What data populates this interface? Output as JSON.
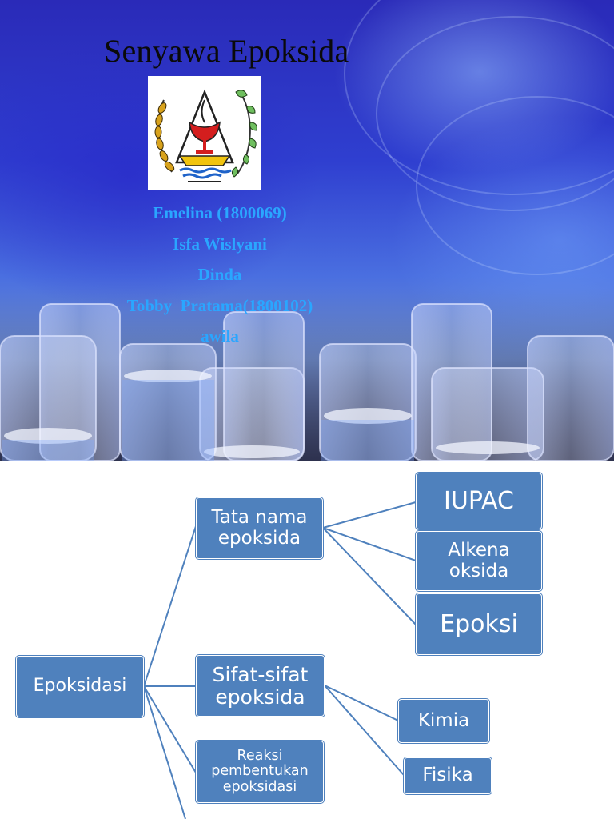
{
  "slide1": {
    "title": "Senyawa Epoksida",
    "authors": [
      "Emelina (1800069)",
      "Isfa Wislyani",
      "Dinda",
      "Tobby  Pratama(1800102)",
      "awila"
    ],
    "colors": {
      "author_text": "#2aa6ff",
      "title_text": "#0a0a0a"
    }
  },
  "slide2": {
    "root": "Epoksidasi",
    "nodes": {
      "tata_nama": "Tata nama epoksida",
      "iupac": "IUPAC",
      "alkena_oksida": "Alkena oksida",
      "epoksi": "Epoksi",
      "sifat": "Sifat-sifat epoksida",
      "kimia": "Kimia",
      "fisika": "Fisika",
      "reaksi": "Reaksi pembentukan epoksidasi"
    },
    "colors": {
      "node_fill": "#4f81bd",
      "node_text": "#ffffff",
      "connector": "#4f81bd"
    }
  }
}
